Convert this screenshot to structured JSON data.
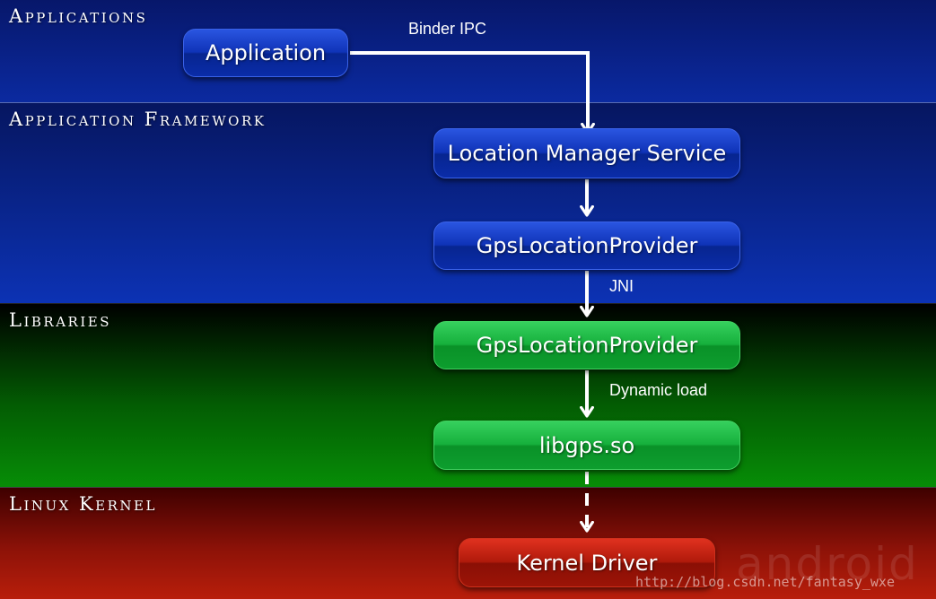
{
  "layers": {
    "applications": "Applications",
    "framework": "Application Framework",
    "libraries": "Libraries",
    "kernel": "Linux Kernel"
  },
  "components": {
    "application": "Application",
    "location_manager_service": "Location Manager Service",
    "gps_provider_framework": "GpsLocationProvider",
    "gps_provider_library": "GpsLocationProvider",
    "libgps": "libgps.so",
    "kernel_driver": "Kernel Driver"
  },
  "edges": {
    "binder_ipc": "Binder IPC",
    "jni": "JNI",
    "dynamic_load": "Dynamic load"
  },
  "watermark": {
    "logo": "android",
    "url": "http://blog.csdn.net/fantasy_wxe"
  },
  "colors": {
    "applications_layer": "#0b2aa0",
    "framework_layer": "#0c32b4",
    "libraries_layer": "#078d07",
    "kernel_layer": "#b81e0b",
    "arrow": "#ffffff"
  }
}
